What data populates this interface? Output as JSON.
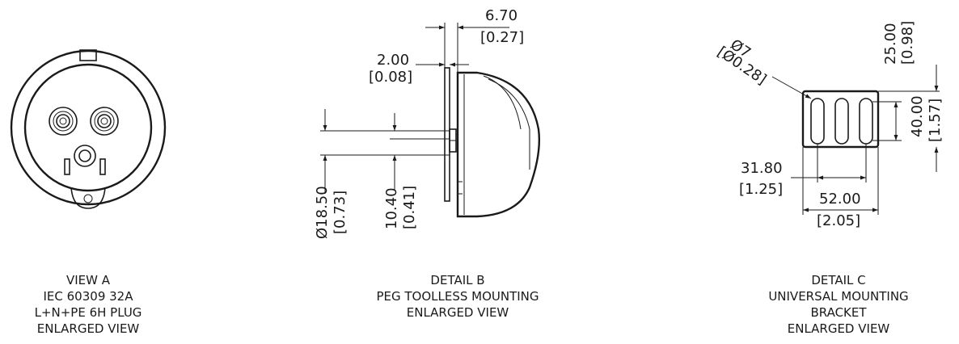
{
  "view_a": {
    "caption": [
      "VIEW A",
      "IEC 60309 32A",
      "L+N+PE 6H PLUG",
      "ENLARGED VIEW"
    ]
  },
  "detail_b": {
    "caption": [
      "DETAIL B",
      "PEG TOOLLESS MOUNTING",
      "ENLARGED VIEW"
    ],
    "dim_670_mm": "6.70",
    "dim_670_in": "[0.27]",
    "dim_200_mm": "2.00",
    "dim_200_in": "[0.08]",
    "dim_1850_mm": "Ø18.50",
    "dim_1850_in": "[0.73]",
    "dim_1040_mm": "10.40",
    "dim_1040_in": "[0.41]"
  },
  "detail_c": {
    "caption": [
      "DETAIL C",
      "UNIVERSAL MOUNTING",
      "BRACKET",
      "ENLARGED VIEW"
    ],
    "dim_d7_mm": "Ø7",
    "dim_d7_in": "[Ø0.28]",
    "dim_2500_mm": "25.00",
    "dim_2500_in": "[0.98]",
    "dim_4000_mm": "40.00",
    "dim_4000_in": "[1.57]",
    "dim_3180_mm": "31.80",
    "dim_3180_in": "[1.25]",
    "dim_5200_mm": "52.00",
    "dim_5200_in": "[2.05]"
  }
}
